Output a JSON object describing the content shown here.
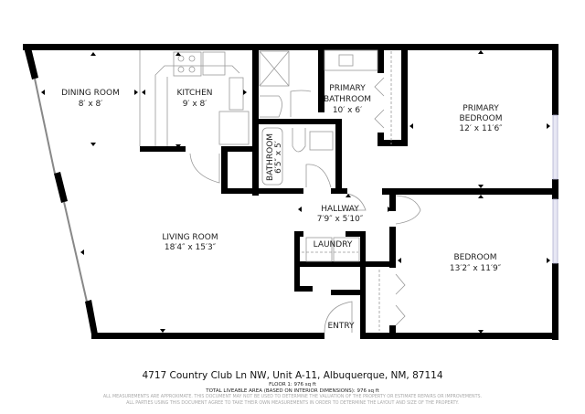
{
  "rooms": {
    "dining": {
      "name": "DINING ROOM",
      "dims": "8′ x 8′"
    },
    "kitchen": {
      "name": "KITCHEN",
      "dims": "9′ x 8′"
    },
    "primary_bath": {
      "name_line1": "PRIMARY",
      "name_line2": "BATHROOM",
      "dims": "10′ x 6′"
    },
    "bathroom": {
      "name": "BATHROOM",
      "dims": "6′5″ x 5′"
    },
    "primary_bed": {
      "name_line1": "PRIMARY",
      "name_line2": "BEDROOM",
      "dims": "12′ x 11′6″"
    },
    "hallway": {
      "name": "HALLWAY",
      "dims": "7′9″ x 5′10″"
    },
    "living": {
      "name": "LIVING ROOM",
      "dims": "18′4″ x 15′3″"
    },
    "laundry": {
      "name": "LAUNDRY"
    },
    "bedroom": {
      "name": "BEDROOM",
      "dims": "13′2″ x 11′9″"
    },
    "entry": {
      "name": "ENTRY"
    }
  },
  "footer": {
    "address": "4717 Country Club Ln NW, Unit A-11, Albuquerque, NM, 87114",
    "floor": "FLOOR 1: 976 sq ft",
    "total": "TOTAL LIVEABLE AREA (BASED ON INTERIOR DIMENSIONS): 976 sq ft",
    "disclaimer1": "ALL MEASUREMENTS ARE APPROXIMATE. THIS DOCUMENT MAY NOT BE USED TO DETERMINE THE VALUATION OF THE PROPERTY OR ESTIMATE REPAIRS OR IMPROVEMENTS.",
    "disclaimer2": "ALL PARTIES USING THIS DOCUMENT AGREE TO TAKE THEIR OWN MEASUREMENTS IN ORDER TO DETERMINE THE LAYOUT AND SIZE OF THE PROPERTY."
  },
  "colors": {
    "wall": "#000000",
    "fixture": "#999999",
    "window": "#c8c8e0"
  }
}
